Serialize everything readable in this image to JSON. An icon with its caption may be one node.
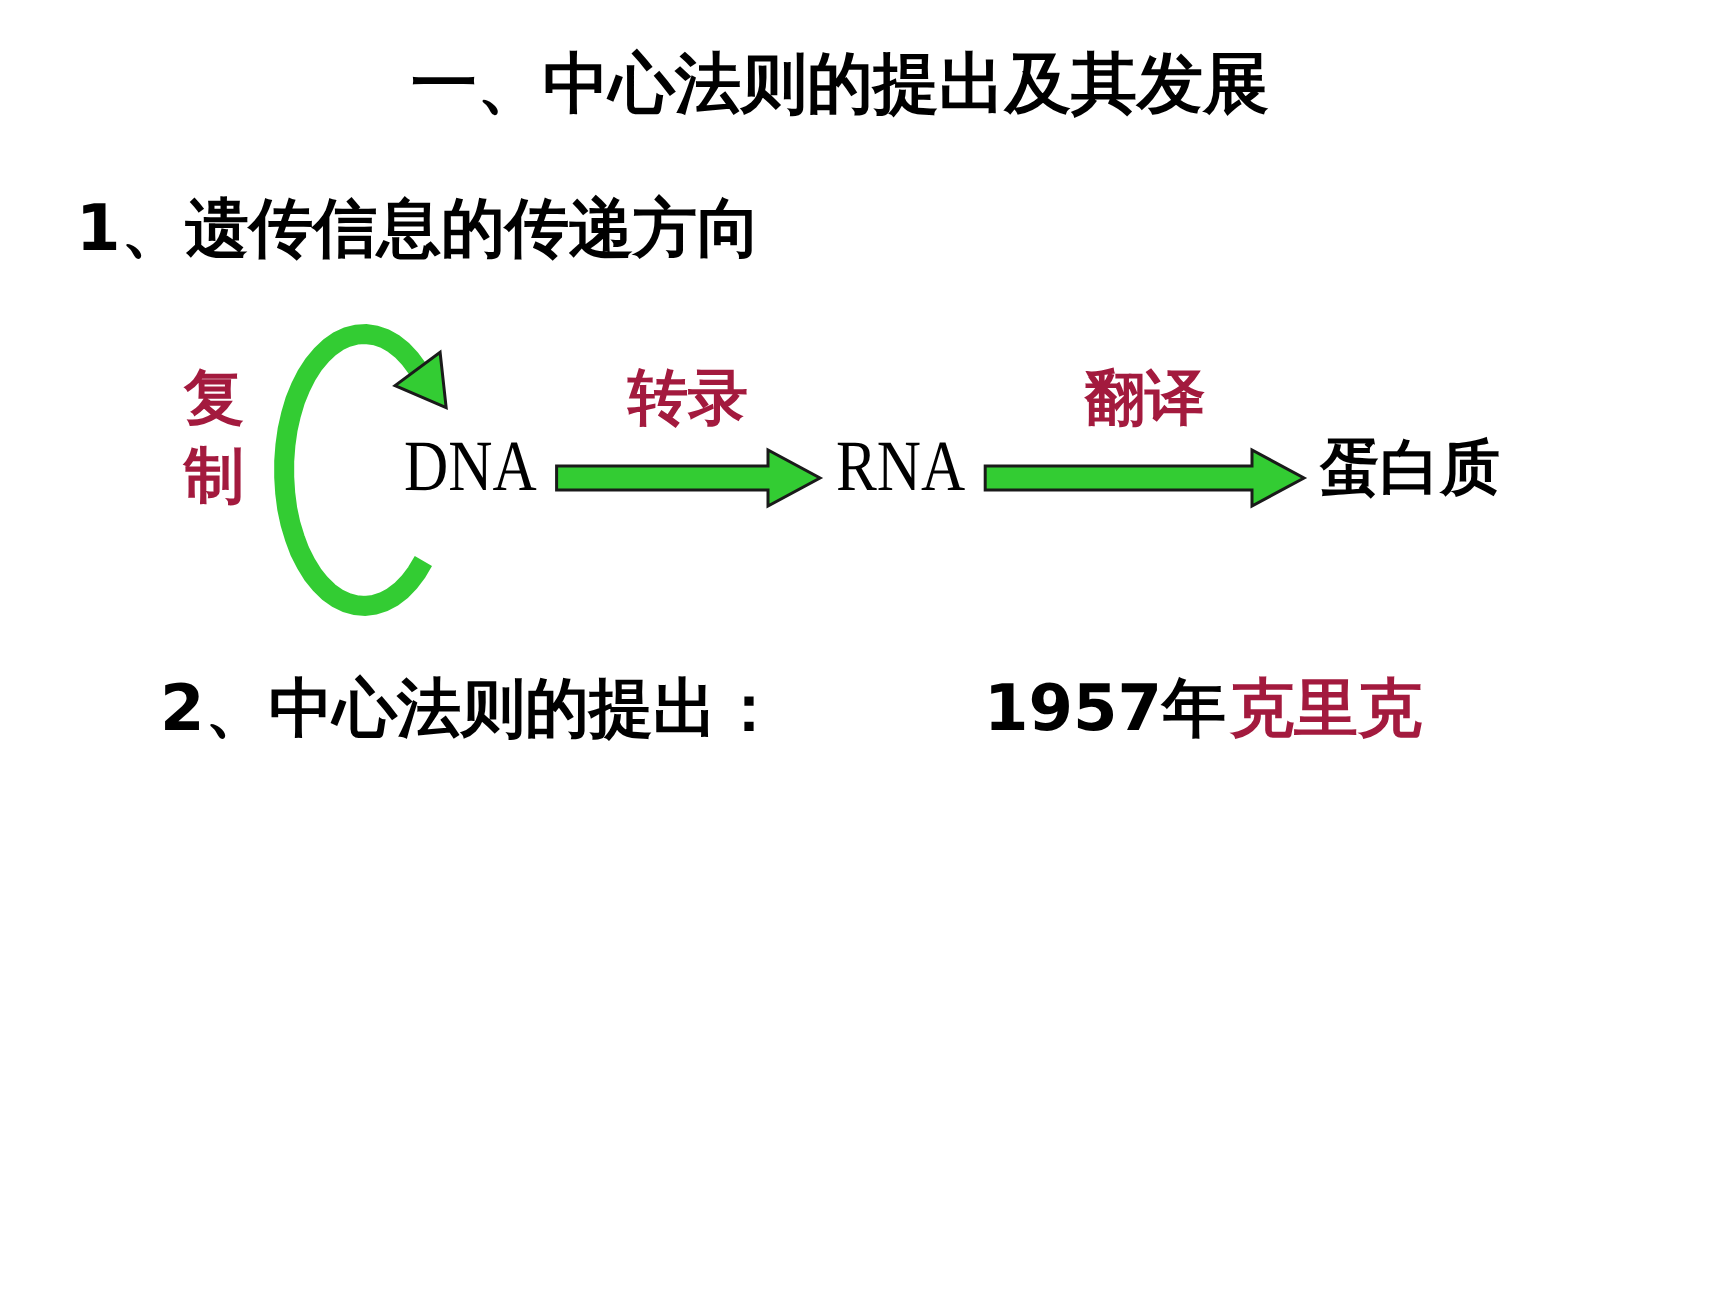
{
  "diagram": {
    "title": "一、中心法则的提出及其发展",
    "nodes": [
      {
        "text": [
          "DNA"
        ]
      },
      {
        "text": [
          "RNA"
        ]
      },
      {
        "text": [
          "蛋白质"
        ]
      }
    ],
    "edges": [
      {
        "from": 0,
        "to": 0,
        "arrow": "to",
        "label": "复制"
      },
      {
        "from": 0,
        "to": 1,
        "arrow": "to",
        "label": "转录"
      },
      {
        "from": 1,
        "to": 2,
        "arrow": "to",
        "label": "翻译"
      }
    ],
    "labels": [
      "1、遗传信息的传递方向",
      "2、中心法则的提出：",
      "1957年",
      "克里克"
    ]
  }
}
